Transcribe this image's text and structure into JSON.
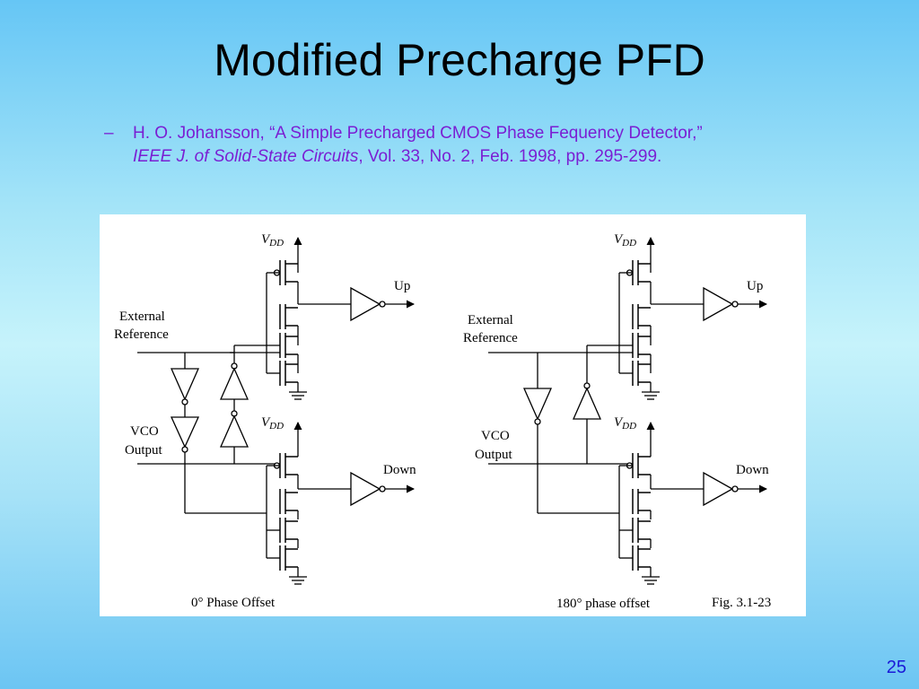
{
  "slide": {
    "title": "Modified Precharge PFD",
    "citation": {
      "dash": "–",
      "line1": "H. O. Johansson, “A Simple Precharged CMOS Phase Fequency Detector,”",
      "journal": "IEEE J. of Solid-State Circuits",
      "rest": ", Vol. 33, No. 2, Feb. 1998, pp. 295-299."
    },
    "page_number": "25"
  },
  "figure": {
    "left_circuit": {
      "vdd_top": "V",
      "vdd_sub": "DD",
      "vdd2": "V",
      "vdd2_sub": "DD",
      "up_label": "Up",
      "down_label": "Down",
      "ext_ref_1": "External",
      "ext_ref_2": "Reference",
      "vco_1": "VCO",
      "vco_2": "Output",
      "caption": "0° Phase Offset"
    },
    "right_circuit": {
      "vdd_top": "V",
      "vdd_sub": "DD",
      "vdd2": "V",
      "vdd2_sub": "DD",
      "up_label": "Up",
      "down_label": "Down",
      "ext_ref_1": "External",
      "ext_ref_2": "Reference",
      "vco_1": "VCO",
      "vco_2": "Output",
      "caption": "180° phase offset"
    },
    "fig_ref": "Fig. 3.1-23"
  }
}
